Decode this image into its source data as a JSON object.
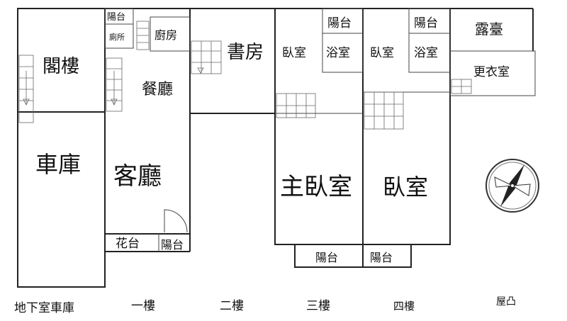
{
  "rooms": {
    "attic": "閣樓",
    "garage": "車庫",
    "balcony_1f_top": "陽台",
    "toilet": "廁所",
    "kitchen": "廚房",
    "dining": "餐廳",
    "living": "客廳",
    "planter": "花台",
    "balcony_1f_bottom": "陽台",
    "study": "書房",
    "bedroom_3f": "臥室",
    "balcony_3f_top": "陽台",
    "bath_3f": "浴室",
    "master_bedroom": "主臥室",
    "balcony_3f_bottom": "陽台",
    "bedroom_4f_small": "臥室",
    "balcony_4f_top": "陽台",
    "bath_4f": "浴室",
    "bedroom_4f_large": "臥室",
    "balcony_4f_bottom": "陽台",
    "terrace": "露臺",
    "closet": "更衣室"
  },
  "floors": {
    "basement": "地下室車庫",
    "first": "一樓",
    "second": "二樓",
    "third": "三樓",
    "fourth": "四樓",
    "roof": "屋凸"
  },
  "icons": {
    "compass": "compass-icon"
  }
}
